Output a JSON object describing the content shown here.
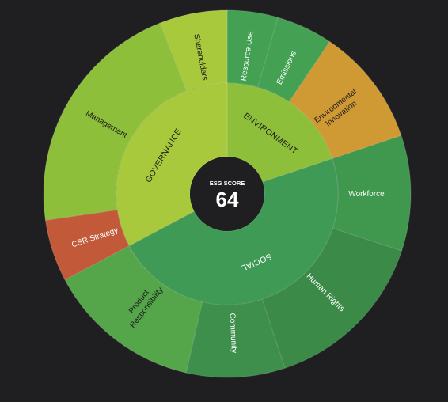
{
  "chart_data": {
    "type": "sunburst",
    "center": {
      "title": "ESG SCORE",
      "score": "64"
    },
    "categories": [
      {
        "name": "ENVIRONMENT",
        "color": "#8dbf3a",
        "label_color": "#1a1a1a",
        "children": [
          {
            "name": "Resource Use",
            "lines": [
              "Resource Use"
            ],
            "weight": 9,
            "color": "#44a052",
            "label_color": "#ffffff"
          },
          {
            "name": "Emissions",
            "lines": [
              "Emissions"
            ],
            "weight": 10,
            "color": "#44a052",
            "label_color": "#ffffff"
          },
          {
            "name": "Environmental Innovation",
            "lines": [
              "Environmental",
              "Innovation"
            ],
            "weight": 21,
            "color": "#cf9933",
            "label_color": "#1a1a1a"
          }
        ]
      },
      {
        "name": "SOCIAL",
        "color": "#3f9a55",
        "label_color": "#ffffff",
        "children": [
          {
            "name": "Workforce",
            "lines": [
              "Workforce"
            ],
            "weight": 20.5,
            "color": "#40984f",
            "label_color": "#ffffff"
          },
          {
            "name": "Human Rights",
            "lines": [
              "Human Rights"
            ],
            "weight": 30,
            "color": "#3b8a48",
            "label_color": "#ffffff"
          },
          {
            "name": "Community",
            "lines": [
              "Community"
            ],
            "weight": 17.5,
            "color": "#3d8f4b",
            "label_color": "#ffffff"
          },
          {
            "name": "Product Responsibility",
            "lines": [
              "Product",
              "Responsibility"
            ],
            "weight": 27.5,
            "color": "#55a54a",
            "label_color": "#1a1a1a"
          }
        ]
      },
      {
        "name": "GOVERNANCE",
        "color": "#a9c93c",
        "label_color": "#1a1a1a",
        "children": [
          {
            "name": "CSR Strategy",
            "lines": [
              "CSR Strategy"
            ],
            "weight": 11,
            "color": "#c25a3a",
            "label_color": "#ffffff"
          },
          {
            "name": "Management",
            "lines": [
              "Management"
            ],
            "weight": 43,
            "color": "#8dbf3a",
            "label_color": "#1a1a1a"
          },
          {
            "name": "Shareholders",
            "lines": [
              "Shareholders"
            ],
            "weight": 12,
            "color": "#a9c93c",
            "label_color": "#1a1a1a"
          }
        ]
      }
    ]
  }
}
